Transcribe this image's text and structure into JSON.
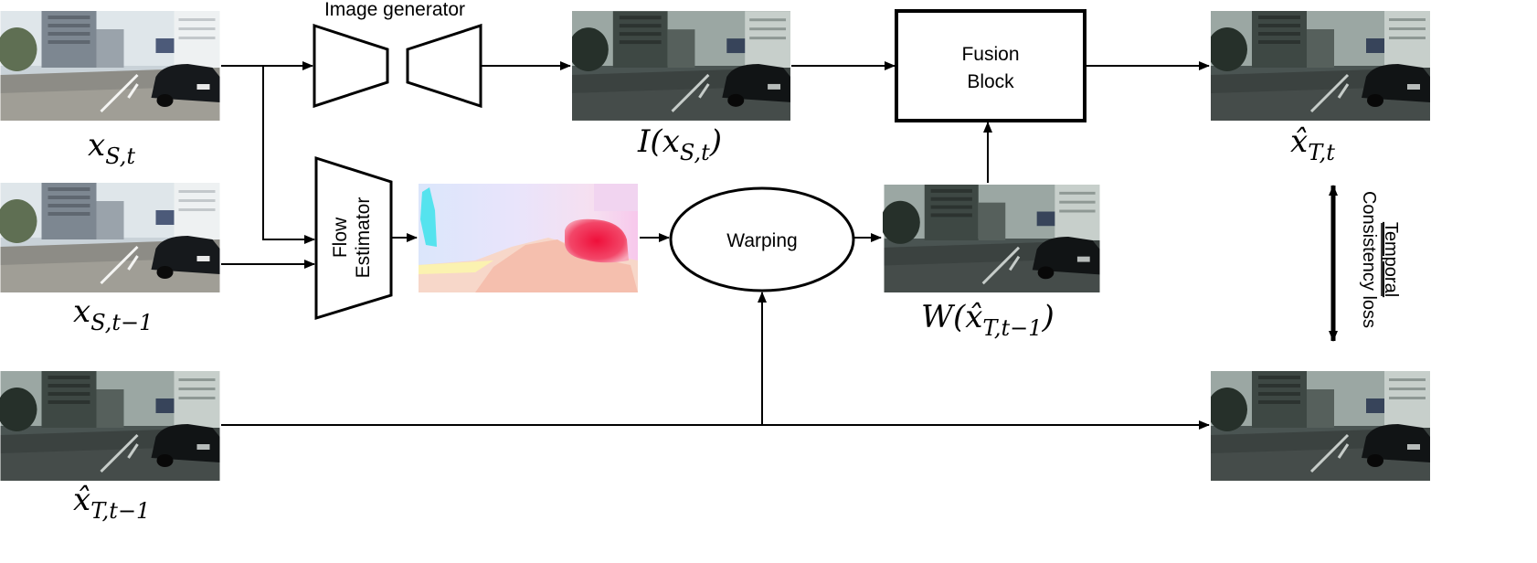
{
  "blocks": {
    "image_generator": "Image generator",
    "flow_estimator_line1": "Flow",
    "flow_estimator_line2": "Estimator",
    "warping": "Warping",
    "fusion_line1": "Fusion",
    "fusion_line2": "Block"
  },
  "math_labels": {
    "x_s_t": {
      "base": "x",
      "sub": "S,t"
    },
    "x_s_t1": {
      "base": "x",
      "sub": "S,t−1"
    },
    "xhat_t_t1_input": {
      "base": "x̂",
      "sub": "T,t−1"
    },
    "generated": {
      "pre": "I(",
      "base": "x",
      "sub": "S,t",
      "post": ")"
    },
    "warped": {
      "pre": "W(",
      "base": "x̂",
      "sub": "T,t−1",
      "post": ")"
    },
    "xhat_t_t": {
      "base": "x̂",
      "sub": "T,t"
    }
  },
  "loss": {
    "line1": "Temporal",
    "line2": "Consistency loss"
  },
  "images": [
    {
      "name": "frame-x-s-t",
      "icon": "street-scene-bright"
    },
    {
      "name": "frame-x-s-t-minus-1",
      "icon": "street-scene-bright"
    },
    {
      "name": "frame-xhat-t-t-minus-1",
      "icon": "street-scene-dark"
    },
    {
      "name": "frame-generated",
      "icon": "street-scene-dark"
    },
    {
      "name": "optical-flow-map",
      "icon": "flow-visualization"
    },
    {
      "name": "frame-warped",
      "icon": "street-scene-dark"
    },
    {
      "name": "frame-output-t",
      "icon": "street-scene-dark"
    },
    {
      "name": "frame-output-t-minus-1",
      "icon": "street-scene-dark"
    }
  ]
}
